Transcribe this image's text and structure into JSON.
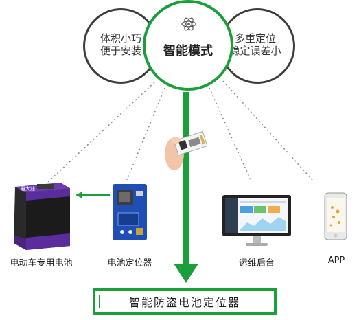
{
  "features": {
    "left_line1": "体积小巧",
    "left_line2": "便于安装",
    "center": "智能模式",
    "right_line1": "多重定位",
    "right_line2": "稳定误差小"
  },
  "devices": {
    "battery_caption": "电动车专用电池",
    "battery_brand": "雅大迪",
    "locator_caption": "电池定位器",
    "backend_caption": "运维后台",
    "app_caption": "APP"
  },
  "product_title": "智能防盗电池定位器",
  "colors": {
    "accent_green": "#1a9f3a",
    "circle_gray": "#3d3d3d",
    "battery_purple": "#5b2d9c",
    "pcb_blue": "#1f4fb5"
  },
  "icons": [
    "atom-icon",
    "arrow-down-icon",
    "arrow-left-icon"
  ]
}
